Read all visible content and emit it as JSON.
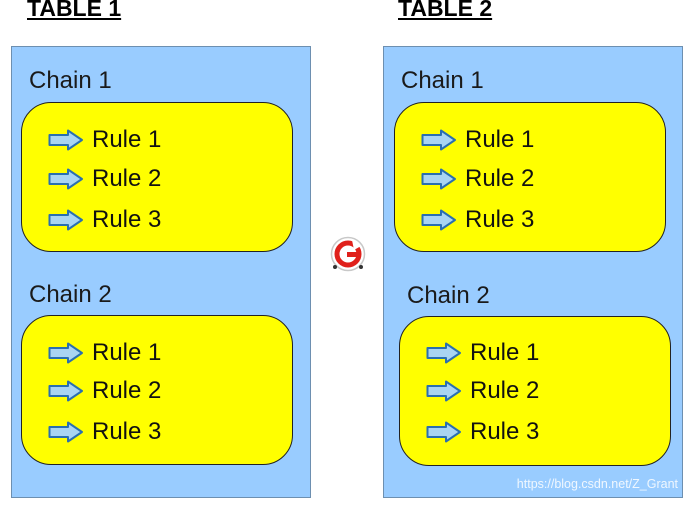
{
  "tables": [
    {
      "title": "TABLE 1",
      "chains": [
        {
          "label": "Chain 1",
          "rules": [
            "Rule 1",
            "Rule 2",
            "Rule 3"
          ]
        },
        {
          "label": "Chain 2",
          "rules": [
            "Rule 1",
            "Rule 2",
            "Rule 3"
          ]
        }
      ]
    },
    {
      "title": "TABLE 2",
      "chains": [
        {
          "label": "Chain 1",
          "rules": [
            "Rule 1",
            "Rule 2",
            "Rule 3"
          ]
        },
        {
          "label": "Chain 2",
          "rules": [
            "Rule 1",
            "Rule 2",
            "Rule 3"
          ]
        }
      ]
    }
  ],
  "center_icon": "goto-icon",
  "watermark": "https://blog.csdn.net/Z_Grant",
  "colors": {
    "table_bg": "#99ccff",
    "chain_bg": "#ffff00",
    "arrow_fill": "#a9d4f2",
    "arrow_stroke": "#2a6fb0",
    "icon_red": "#e0201b"
  }
}
